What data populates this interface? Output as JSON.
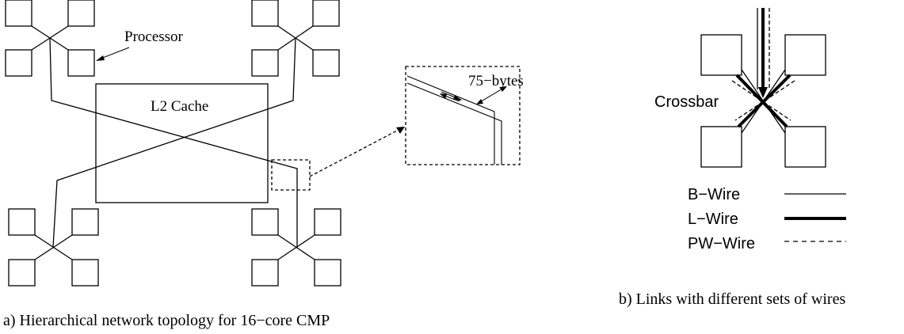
{
  "panel_a": {
    "processor_label": "Processor",
    "cache_label": "L2 Cache",
    "link_width_label": "75−bytes",
    "caption": "a) Hierarchical network topology for 16−core CMP"
  },
  "panel_b": {
    "crossbar_label": "Crossbar",
    "legend": [
      {
        "label": "B−Wire",
        "style": "thin"
      },
      {
        "label": "L−Wire",
        "style": "thick"
      },
      {
        "label": "PW−Wire",
        "style": "dashed"
      }
    ],
    "caption": "b) Links with different sets of wires"
  },
  "colors": {
    "stroke": "#000000",
    "background": "#ffffff"
  }
}
